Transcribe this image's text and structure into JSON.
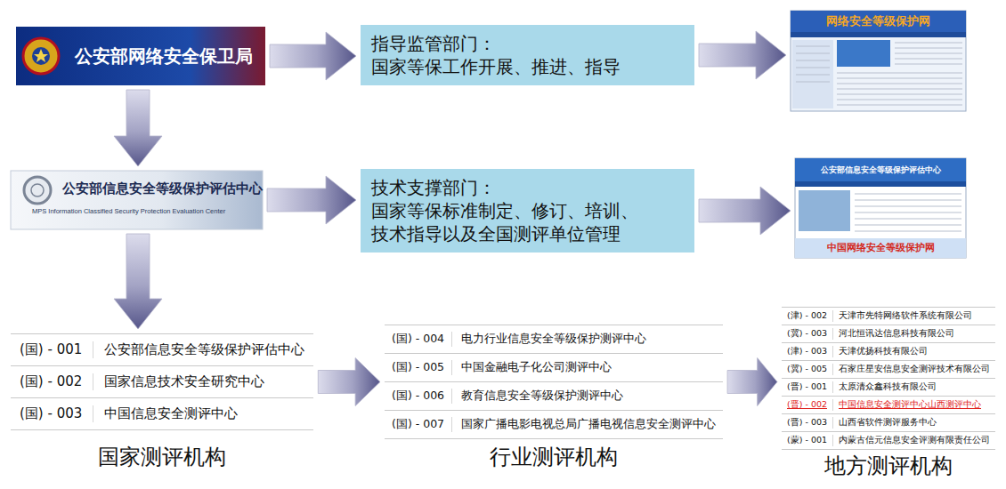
{
  "diagram": {
    "nodes": [
      {
        "text": [
          "公安部网络安全保卫局"
        ]
      },
      {
        "text": [
          "指导监管部门：",
          "国家等保工作开展、推进、指导"
        ]
      },
      {
        "text": [
          "网络安全等级保护网"
        ]
      },
      {
        "text": [
          "公安部信息安全等级保护评估中心",
          "MPS Information Classified Security Protection Evaluation Center"
        ]
      },
      {
        "text": [
          "技术支撑部门：",
          "国家等保标准制定、修订、培训、技术指导以及全国测评单位管理"
        ]
      },
      {
        "text": [
          "公安部信息安全等级保护评估中心",
          "中国网络安全等级保护网"
        ]
      },
      {
        "text": [
          "(国) - 001",
          "公安部信息安全等级保护评估中心",
          "(国) - 002",
          "国家信息技术安全研究中心",
          "(国) - 003",
          "中国信息安全测评中心",
          "国家测评机构"
        ]
      },
      {
        "text": [
          "(国) - 004",
          "电力行业信息安全等级保护测评中心",
          "(国) - 005",
          "中国金融电子化公司测评中心",
          "(国) - 006",
          "教育信息安全等级保护测评中心",
          "(国) - 007",
          "国家广播电影电视总局广播电视信息安全测评中心",
          "行业测评机构"
        ]
      },
      {
        "text": [
          "(津) - 002",
          "天津市先特网络软件系统有限公司",
          "(冀) - 003",
          "河北恒讯达信息科技有限公司",
          "(津) - 003",
          "天津优扬科技有限公司",
          "(冀) - 005",
          "石家庄星安信息安全测评技术有限公司",
          "(晋) - 001",
          "太原清众鑫科技有限公司",
          "(晋) - 002",
          "中国信息安全测评中心山西测评中心",
          "(晋) - 003",
          "山西省软件测评服务中心",
          "(蒙) - 001",
          "内蒙古信元信息安全评测有限责任公司",
          "地方测评机构"
        ]
      }
    ],
    "edges": [
      {
        "from": 0,
        "to": 1,
        "arrow": "to"
      },
      {
        "from": 1,
        "to": 2,
        "arrow": "to"
      },
      {
        "from": 0,
        "to": 3,
        "arrow": "to"
      },
      {
        "from": 3,
        "to": 4,
        "arrow": "to"
      },
      {
        "from": 4,
        "to": 5,
        "arrow": "to"
      },
      {
        "from": 3,
        "to": 6,
        "arrow": "to"
      },
      {
        "from": 6,
        "to": 7,
        "arrow": "to"
      },
      {
        "from": 7,
        "to": 8,
        "arrow": "to"
      }
    ]
  }
}
